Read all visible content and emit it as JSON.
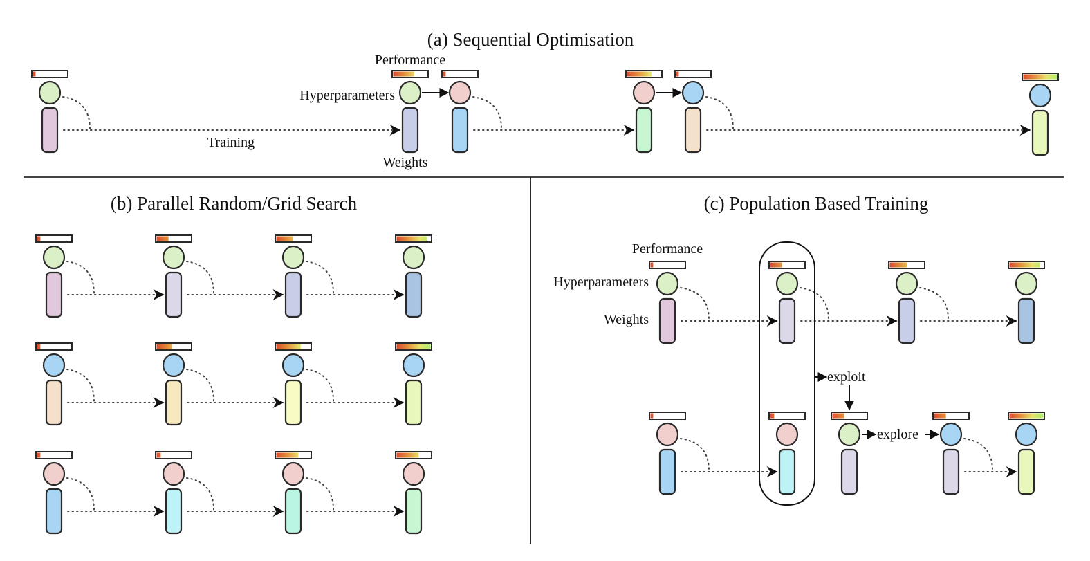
{
  "titles": {
    "a": "(a) Sequential Optimisation",
    "b": "(b) Parallel Random/Grid Search",
    "c": "(c) Population Based Training"
  },
  "labels": {
    "a_performance": "Performance",
    "a_hyperparameters": "Hyperparameters",
    "a_weights": "Weights",
    "a_training": "Training",
    "c_performance": "Performance",
    "c_hyperparameters": "Hyperparameters",
    "c_weights": "Weights",
    "c_exploit": "exploit",
    "c_explore": "explore"
  },
  "colors": {
    "hyper": {
      "green": "#dcf0c8",
      "pink": "#f0cfcc",
      "blue": "#a9d5f5"
    },
    "weights": {
      "mauve": "#e1c8dc",
      "lavender": "#dcd8ea",
      "periwinkle": "#c8cde8",
      "steel": "#a9c3e3",
      "peach": "#f5e0cc",
      "cream": "#f6e8bf",
      "lightyellow": "#f8fbc4",
      "lime": "#e8f8bc",
      "sky": "#a9d5f5",
      "cyan": "#bdf2f7",
      "aqua": "#baf4e3",
      "mint": "#c8f5d2"
    },
    "outline": "#2a2a2a",
    "perf_gradient": [
      "#d8452d",
      "#e58f3a",
      "#e7e26a",
      "#a9ee6e"
    ]
  },
  "panel_a": {
    "members": [
      {
        "id": "a0",
        "perf": 0.08,
        "hyper": "green",
        "weights": "mauve"
      },
      {
        "id": "a1",
        "perf": 0.62,
        "hyper": "green",
        "weights": "periwinkle"
      },
      {
        "id": "a2",
        "perf": 0.08,
        "hyper": "pink",
        "weights": "sky"
      },
      {
        "id": "a3",
        "perf": 0.72,
        "hyper": "pink",
        "weights": "mint"
      },
      {
        "id": "a4",
        "perf": 0.08,
        "hyper": "blue",
        "weights": "peach"
      },
      {
        "id": "a5",
        "perf": 1.0,
        "hyper": "blue",
        "weights": "lime"
      }
    ]
  },
  "panel_b": {
    "rows": [
      [
        {
          "perf": 0.1,
          "hyper": "green",
          "weights": "mauve"
        },
        {
          "perf": 0.35,
          "hyper": "green",
          "weights": "lavender"
        },
        {
          "perf": 0.5,
          "hyper": "green",
          "weights": "periwinkle"
        },
        {
          "perf": 0.9,
          "hyper": "green",
          "weights": "steel"
        }
      ],
      [
        {
          "perf": 0.1,
          "hyper": "blue",
          "weights": "peach"
        },
        {
          "perf": 0.45,
          "hyper": "blue",
          "weights": "cream"
        },
        {
          "perf": 0.72,
          "hyper": "blue",
          "weights": "lightyellow"
        },
        {
          "perf": 1.0,
          "hyper": "blue",
          "weights": "lime"
        }
      ],
      [
        {
          "perf": 0.1,
          "hyper": "pink",
          "weights": "sky"
        },
        {
          "perf": 0.12,
          "hyper": "pink",
          "weights": "cyan"
        },
        {
          "perf": 0.65,
          "hyper": "pink",
          "weights": "aqua"
        },
        {
          "perf": 0.65,
          "hyper": "pink",
          "weights": "mint"
        }
      ]
    ]
  },
  "panel_c": {
    "top": [
      {
        "perf": 0.08,
        "hyper": "green",
        "weights": "mauve"
      },
      {
        "perf": 0.35,
        "hyper": "green",
        "weights": "lavender"
      },
      {
        "perf": 0.5,
        "hyper": "green",
        "weights": "periwinkle"
      },
      {
        "perf": 0.9,
        "hyper": "green",
        "weights": "steel"
      }
    ],
    "bottom": [
      {
        "perf": 0.08,
        "hyper": "pink",
        "weights": "sky"
      },
      {
        "perf": 0.12,
        "hyper": "pink",
        "weights": "cyan"
      },
      {
        "perf": 0.35,
        "hyper": "green",
        "weights": "lavender"
      },
      {
        "perf": 0.35,
        "hyper": "blue",
        "weights": "lavender"
      },
      {
        "perf": 1.0,
        "hyper": "blue",
        "weights": "lime"
      }
    ]
  }
}
